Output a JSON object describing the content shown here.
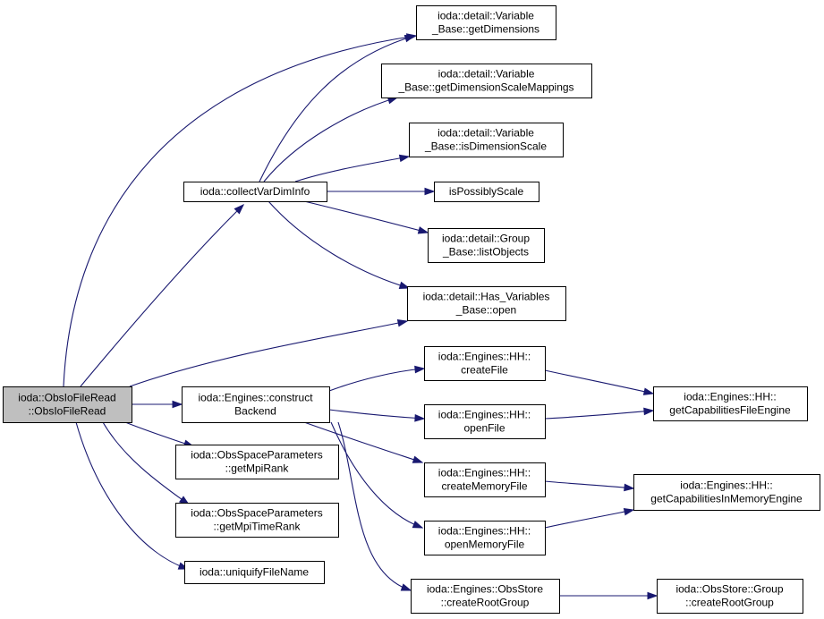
{
  "graph": {
    "nodes": [
      {
        "id": "obsiofileread",
        "lines": [
          "ioda::ObsIoFileRead",
          "::ObsIoFileRead"
        ],
        "root": true
      },
      {
        "id": "collectvardiminfo",
        "lines": [
          "ioda::collectVarDimInfo"
        ]
      },
      {
        "id": "getdimensions",
        "lines": [
          "ioda::detail::Variable",
          "_Base::getDimensions"
        ]
      },
      {
        "id": "getdimensionscalemappings",
        "lines": [
          "ioda::detail::Variable",
          "_Base::getDimensionScaleMappings"
        ]
      },
      {
        "id": "isdimensionscale",
        "lines": [
          "ioda::detail::Variable",
          "_Base::isDimensionScale"
        ]
      },
      {
        "id": "ispossiblyscale",
        "lines": [
          "isPossiblyScale"
        ]
      },
      {
        "id": "listobjects",
        "lines": [
          "ioda::detail::Group",
          "_Base::listObjects"
        ]
      },
      {
        "id": "has-variables-open",
        "lines": [
          "ioda::detail::Has_Variables",
          "_Base::open"
        ]
      },
      {
        "id": "constructbackend",
        "lines": [
          "ioda::Engines::construct",
          "Backend"
        ]
      },
      {
        "id": "createfile",
        "lines": [
          "ioda::Engines::HH::",
          "createFile"
        ]
      },
      {
        "id": "openfile",
        "lines": [
          "ioda::Engines::HH::",
          "openFile"
        ]
      },
      {
        "id": "creatememoryfile",
        "lines": [
          "ioda::Engines::HH::",
          "createMemoryFile"
        ]
      },
      {
        "id": "openmemoryfile",
        "lines": [
          "ioda::Engines::HH::",
          "openMemoryFile"
        ]
      },
      {
        "id": "obsstore-createrootgroup",
        "lines": [
          "ioda::Engines::ObsStore",
          "::createRootGroup"
        ]
      },
      {
        "id": "getcapabilitiesfileengine",
        "lines": [
          "ioda::Engines::HH::",
          "getCapabilitiesFileEngine"
        ]
      },
      {
        "id": "getcapabilitiesinmemoryengine",
        "lines": [
          "ioda::Engines::HH::",
          "getCapabilitiesInMemoryEngine"
        ]
      },
      {
        "id": "group-createrootgroup",
        "lines": [
          "ioda::ObsStore::Group",
          "::createRootGroup"
        ]
      },
      {
        "id": "getmpirank",
        "lines": [
          "ioda::ObsSpaceParameters",
          "::getMpiRank"
        ]
      },
      {
        "id": "getmpitimerank",
        "lines": [
          "ioda::ObsSpaceParameters",
          "::getMpiTimeRank"
        ]
      },
      {
        "id": "uniquifyfilename",
        "lines": [
          "ioda::uniquifyFileName"
        ]
      }
    ],
    "edges": [
      {
        "from": "obsiofileread",
        "to": "getdimensions"
      },
      {
        "from": "obsiofileread",
        "to": "collectvardiminfo"
      },
      {
        "from": "obsiofileread",
        "to": "has-variables-open"
      },
      {
        "from": "obsiofileread",
        "to": "constructbackend"
      },
      {
        "from": "obsiofileread",
        "to": "getmpirank"
      },
      {
        "from": "obsiofileread",
        "to": "getmpitimerank"
      },
      {
        "from": "obsiofileread",
        "to": "uniquifyfilename"
      },
      {
        "from": "collectvardiminfo",
        "to": "getdimensions"
      },
      {
        "from": "collectvardiminfo",
        "to": "getdimensionscalemappings"
      },
      {
        "from": "collectvardiminfo",
        "to": "isdimensionscale"
      },
      {
        "from": "collectvardiminfo",
        "to": "ispossiblyscale"
      },
      {
        "from": "collectvardiminfo",
        "to": "listobjects"
      },
      {
        "from": "collectvardiminfo",
        "to": "has-variables-open"
      },
      {
        "from": "constructbackend",
        "to": "createfile"
      },
      {
        "from": "constructbackend",
        "to": "openfile"
      },
      {
        "from": "constructbackend",
        "to": "creatememoryfile"
      },
      {
        "from": "constructbackend",
        "to": "openmemoryfile"
      },
      {
        "from": "constructbackend",
        "to": "obsstore-createrootgroup"
      },
      {
        "from": "createfile",
        "to": "getcapabilitiesfileengine"
      },
      {
        "from": "openfile",
        "to": "getcapabilitiesfileengine"
      },
      {
        "from": "creatememoryfile",
        "to": "getcapabilitiesinmemoryengine"
      },
      {
        "from": "openmemoryfile",
        "to": "getcapabilitiesinmemoryengine"
      },
      {
        "from": "obsstore-createrootgroup",
        "to": "group-createrootgroup"
      }
    ],
    "colors": {
      "edge": "#191970",
      "root_fill": "#bfbfbf",
      "node_fill": "#ffffff",
      "border": "#000000"
    }
  }
}
